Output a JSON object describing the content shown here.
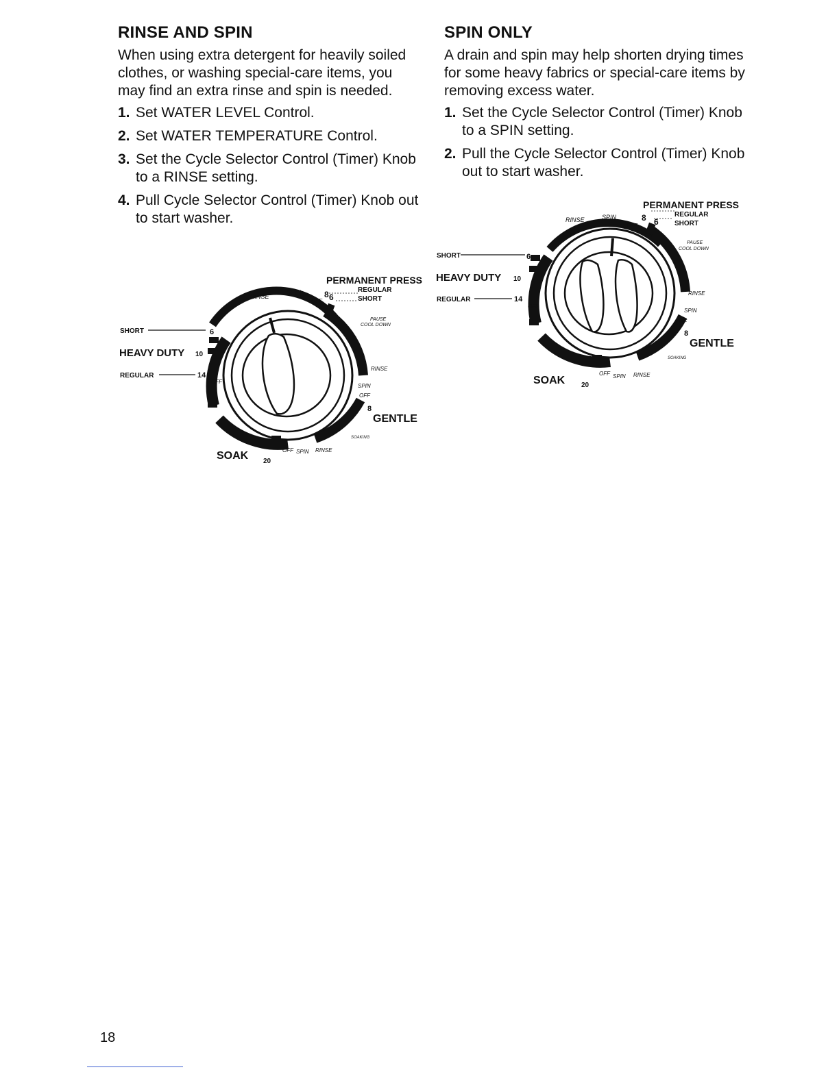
{
  "left": {
    "title": "RINSE AND SPIN",
    "intro": "When using extra detergent for heavily soiled clothes, or washing special-care items, you may find an extra rinse and spin is needed.",
    "steps": [
      {
        "num": "1.",
        "text": "Set WATER LEVEL Control."
      },
      {
        "num": "2.",
        "text": "Set WATER TEMPERATURE Control."
      },
      {
        "num": "3.",
        "text": "Set the Cycle Selector Control (Timer) Knob to a RINSE setting."
      },
      {
        "num": "4.",
        "text": "Pull Cycle Selector Control (Timer) Knob out to start washer."
      }
    ]
  },
  "right": {
    "title": "SPIN ONLY",
    "intro": "A drain and spin may help shorten drying times for some heavy fabrics or special-care items by removing excess water.",
    "steps": [
      {
        "num": "1.",
        "text": "Set the Cycle Selector Control (Timer) Knob to a SPIN setting."
      },
      {
        "num": "2.",
        "text": "Pull the Cycle Selector Control (Timer) Knob out to start washer."
      }
    ]
  },
  "dial": {
    "permanent_press": "PERMANENT PRESS",
    "regular_small": "REGULAR",
    "short_small": "SHORT",
    "num_8": "8",
    "num_6": "6",
    "num_10": "10",
    "num_14": "14",
    "num_20": "20",
    "rinse": "RINSE",
    "spin": "SPIN",
    "off": "OFF",
    "pause": "PAUSE",
    "cool_down": "COOL DOWN",
    "short": "SHORT",
    "heavy_duty": "HEAVY DUTY",
    "regular": "REGULAR",
    "gentle": "GENTLE",
    "soaking": "SOAKING",
    "soak": "SOAK"
  },
  "page_number": "18"
}
